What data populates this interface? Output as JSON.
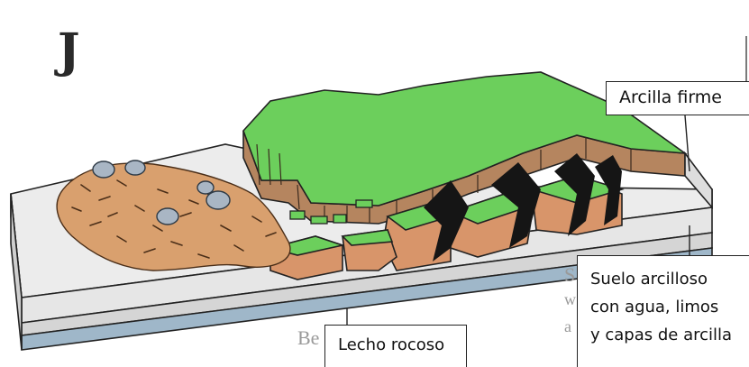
{
  "figure": {
    "letter": "J"
  },
  "labels": {
    "arcilla_firme": "Arcilla firme",
    "lecho_rocoso": "Lecho rocoso",
    "suelo_line1": "Suelo arcilloso",
    "suelo_line2": "con agua, limos",
    "suelo_line3": "y capas de arcilla"
  },
  "ghost_text": {
    "be": "Be",
    "s": "S",
    "w": "w",
    "a": "a"
  },
  "colors": {
    "grass": "#6ccf5c",
    "soil": "#d8956a",
    "debris": "#d9a06e",
    "rock": "#a9b6c4",
    "layer_top": "#ececec",
    "layer_mid": "#d9d9d9",
    "layer_bottom": "#9fb7c9",
    "crack": "#151515"
  }
}
